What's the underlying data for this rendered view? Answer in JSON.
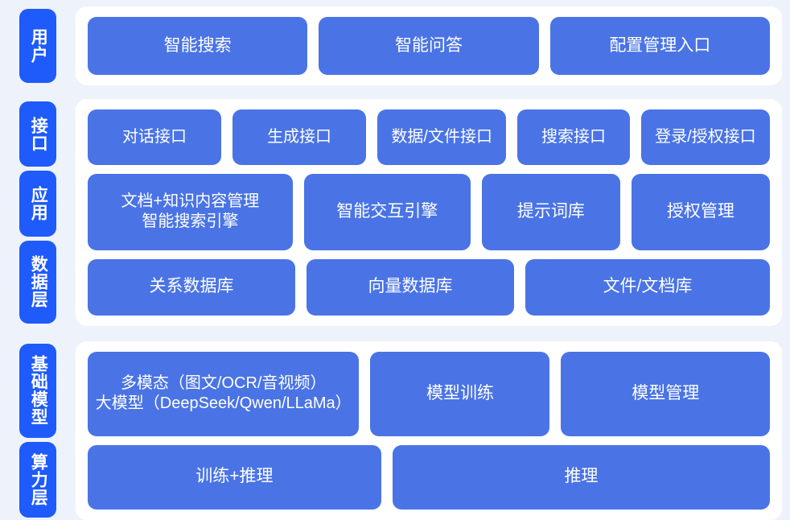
{
  "diagram": {
    "colors": {
      "page_background": "#eef3fb",
      "card_background": "#ffffff",
      "box_blue": "#4a74e5",
      "label_blue": "#1f5bfa",
      "text_white": "#ffffff"
    },
    "bands": [
      {
        "id": "users",
        "labels": [
          "用户"
        ],
        "rows": [
          {
            "id": "user-entries",
            "boxes": [
              "智能搜索",
              "智能问答",
              "配置管理入口"
            ]
          }
        ]
      },
      {
        "id": "middle",
        "labels": [
          "接口",
          "应用",
          "数据层"
        ],
        "rows": [
          {
            "id": "interface",
            "boxes": [
              "对话接口",
              "生成接口",
              "数据/文件接口",
              "搜索接口",
              "登录/授权接口"
            ]
          },
          {
            "id": "application",
            "boxes": [
              "文档+知识内容管理\n智能搜索引擎",
              "智能交互引擎",
              "提示词库",
              "授权管理"
            ]
          },
          {
            "id": "datastore",
            "boxes": [
              "关系数据库",
              "向量数据库",
              "文件/文档库"
            ]
          }
        ]
      },
      {
        "id": "bottom",
        "labels": [
          "基础模型",
          "算力层"
        ],
        "rows": [
          {
            "id": "foundation-models",
            "boxes": [
              "多模态（图文/OCR/音视频）\n大模型（DeepSeek/Qwen/LLaMa）",
              "模型训练",
              "模型管理"
            ]
          },
          {
            "id": "compute",
            "boxes": [
              "训练+推理",
              "推理"
            ]
          }
        ]
      }
    ]
  }
}
